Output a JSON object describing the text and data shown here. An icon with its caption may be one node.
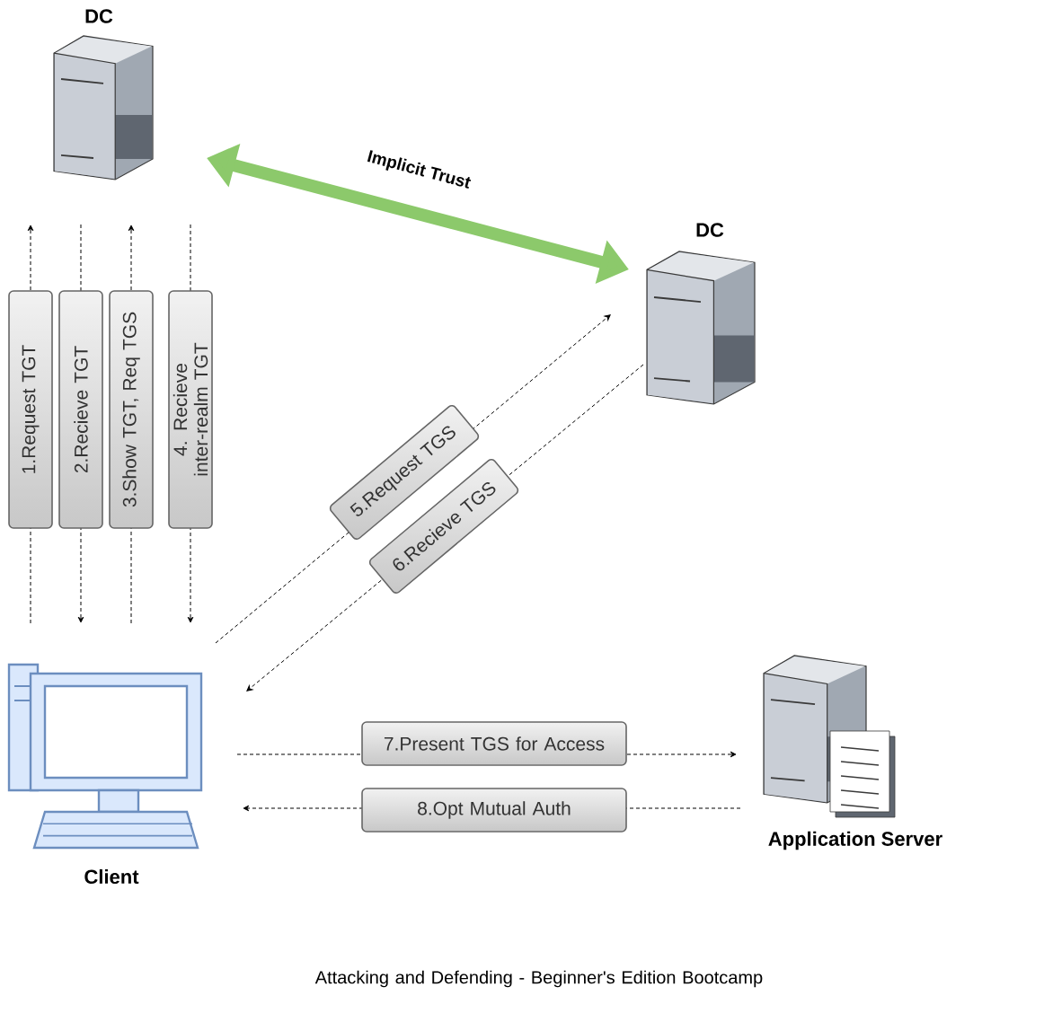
{
  "diagram": {
    "caption": "Attacking and Defending - Beginner's Edition Bootcamp",
    "nodes": [
      {
        "text": [
          "DC"
        ]
      },
      {
        "text": [
          "DC"
        ]
      },
      {
        "text": [
          "Client"
        ]
      },
      {
        "text": [
          "Application Server"
        ]
      }
    ],
    "edges": [
      {
        "from": 0,
        "to": 1,
        "arrow": "both",
        "label": "Implicit Trust",
        "style": "thick",
        "color": "#8cc96b"
      },
      {
        "from": 2,
        "to": 0,
        "arrow": "to",
        "label": "1.Request TGT",
        "style": "dashed"
      },
      {
        "from": 0,
        "to": 2,
        "arrow": "to",
        "label": "2.Recieve TGT",
        "style": "dashed"
      },
      {
        "from": 2,
        "to": 0,
        "arrow": "to",
        "label": "3.Show TGT, Req TGS",
        "style": "dashed"
      },
      {
        "from": 0,
        "to": 2,
        "arrow": "to",
        "label": "4. Recieve inter-realm TGT",
        "style": "dashed"
      },
      {
        "from": 2,
        "to": 1,
        "arrow": "to",
        "label": "5.Request TGS",
        "style": "dashed"
      },
      {
        "from": 1,
        "to": 2,
        "arrow": "to",
        "label": "6.Recieve TGS",
        "style": "dashed"
      },
      {
        "from": 2,
        "to": 3,
        "arrow": "to",
        "label": "7.Present TGS for Access",
        "style": "dashed"
      },
      {
        "from": 3,
        "to": 2,
        "arrow": "to",
        "label": "8.Opt Mutual Auth",
        "style": "dashed"
      }
    ]
  }
}
